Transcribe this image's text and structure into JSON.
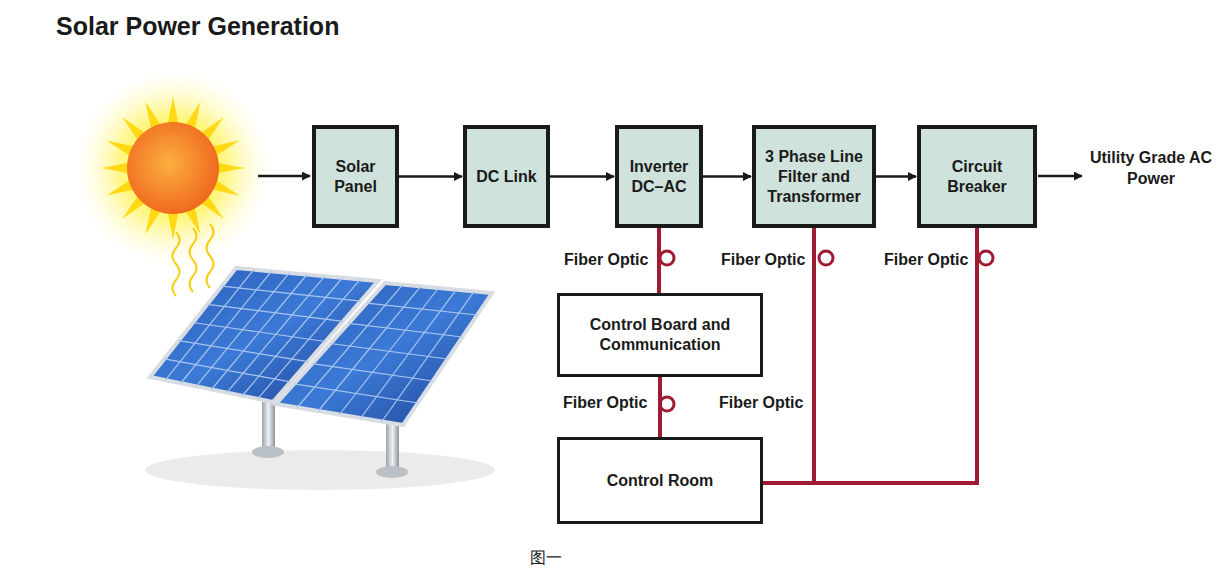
{
  "diagram": {
    "title": "Solar Power Generation",
    "caption": "图一",
    "nodes": [
      {
        "text": [
          "Solar Panel"
        ]
      },
      {
        "text": [
          "DC Link"
        ]
      },
      {
        "text": [
          "Inverter DC–AC"
        ]
      },
      {
        "text": [
          "3 Phase Line Filter and Transformer"
        ]
      },
      {
        "text": [
          "Circuit Breaker"
        ]
      },
      {
        "text": [
          "Control Board and Communication"
        ]
      },
      {
        "text": [
          "Control Room"
        ]
      }
    ],
    "edges": [
      {
        "from": 0,
        "to": 1,
        "arrow": "to"
      },
      {
        "from": 1,
        "to": 2,
        "arrow": "to"
      },
      {
        "from": 2,
        "to": 3,
        "arrow": "to"
      },
      {
        "from": 3,
        "to": 4,
        "arrow": "to"
      },
      {
        "from": 2,
        "to": 5,
        "arrow": "none"
      },
      {
        "from": 5,
        "to": 6,
        "arrow": "none"
      },
      {
        "from": 3,
        "to": 6,
        "arrow": "none"
      },
      {
        "from": 4,
        "to": 6,
        "arrow": "none"
      }
    ],
    "labels": [
      "Fiber Optic",
      "Fiber Optic",
      "Fiber Optic",
      "Fiber Optic",
      "Fiber Optic",
      "Utility Grade AC Power"
    ]
  }
}
